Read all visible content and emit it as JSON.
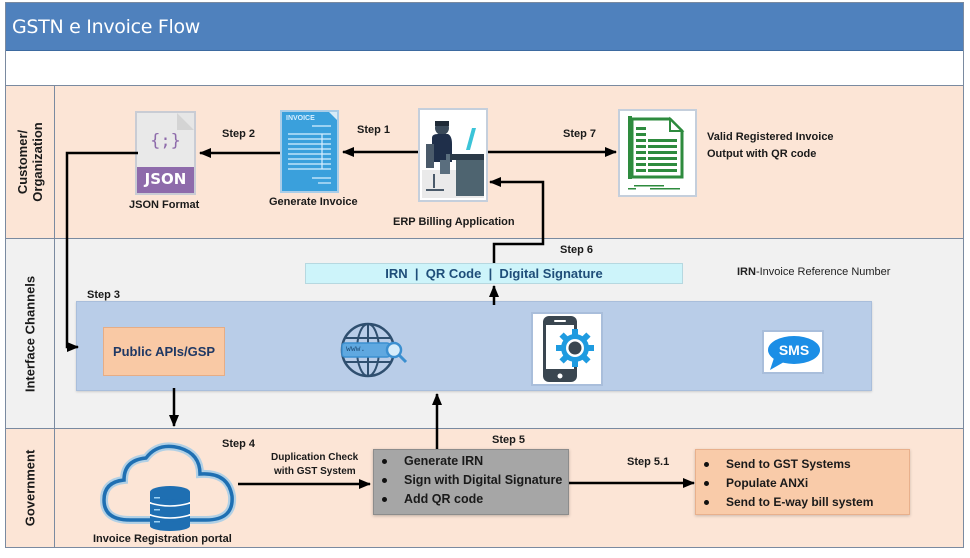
{
  "title": "GSTN e Invoice Flow",
  "lanes": {
    "customer": "Customer/\nOrganization",
    "customer_line1": "Customer/",
    "customer_line2": "Organization",
    "interface": "Interface Channels",
    "government": "Government"
  },
  "customer_lane": {
    "json_icon_text": "JSON",
    "json_icon_braces": "{;}",
    "json_label": "JSON Format",
    "invoice_icon_text": "INVOICE",
    "invoice_label": "Generate Invoice",
    "erp_label": "ERP Billing Application",
    "output_label_line1": "Valid Registered Invoice",
    "output_label_line2": "Output with QR code"
  },
  "steps": {
    "step1": "Step 1",
    "step2": "Step 2",
    "step3": "Step 3",
    "step4": "Step 4",
    "step5": "Step 5",
    "step5_1": "Step 5.1",
    "step6": "Step 6",
    "step7": "Step 7"
  },
  "interface_lane": {
    "irn_bar": "IRN  |  QR Code  |  Digital Signature",
    "irn_note_bold": "IRN",
    "irn_note_rest": "-Invoice Reference Number",
    "api_box": "Public APIs/GSP",
    "web_icon_text": "www.",
    "sms_icon_text": "SMS"
  },
  "government_lane": {
    "portal_label": "Invoice Registration portal",
    "dup_check_line1": "Duplication Check",
    "dup_check_line2": "with GST System",
    "step5_items": [
      "Generate IRN",
      "Sign with Digital Signature",
      "Add QR code"
    ],
    "step5_1_items": [
      "Send to GST Systems",
      "Populate ANXi",
      "Send to E-way bill system"
    ]
  },
  "colors": {
    "title_bar": "#4f81bd",
    "lane_peach": "#fce5d6",
    "lane_grey": "#f1f1f1",
    "channels_blue": "#b9cde8",
    "irn_cyan": "#cdf4fa",
    "api_orange": "#f9c9a5",
    "step5_grey": "#a6a6a6",
    "json_purple": "#8e6bab",
    "invoice_blue": "#3aa0dc",
    "output_green": "#2e8b3e",
    "sms_blue": "#1b8ee6"
  }
}
